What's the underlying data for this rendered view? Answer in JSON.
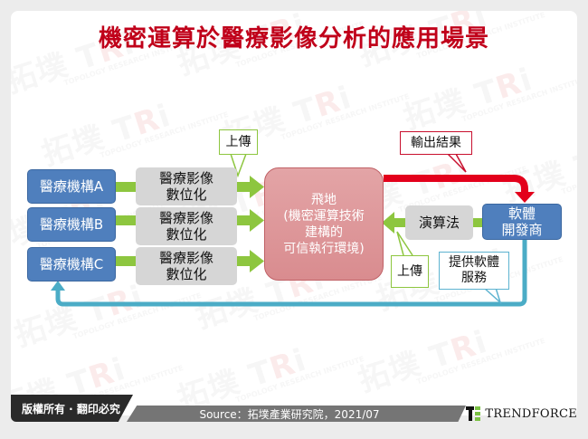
{
  "title": "機密運算於醫療影像分析的應用場景",
  "watermark": {
    "brand_cn": "拓墣",
    "brand_en": "TRi",
    "tagline": "TOPOLOGY RESEARCH INSTITUTE"
  },
  "institutions": [
    {
      "label": "醫療機構A",
      "process": "醫療影像數位化",
      "process_line1": "醫療影像",
      "process_line2": "數位化"
    },
    {
      "label": "醫療機構B",
      "process": "醫療影像數位化",
      "process_line1": "醫療影像",
      "process_line2": "數位化"
    },
    {
      "label": "醫療機構C",
      "process": "醫療影像數位化",
      "process_line1": "醫療影像",
      "process_line2": "數位化"
    }
  ],
  "enclave": {
    "line1": "飛地",
    "line2": "(機密運算技術",
    "line3": "建構的",
    "line4": "可信執行環境)"
  },
  "developer": {
    "line1": "軟體",
    "line2": "開發商"
  },
  "algorithm": {
    "label": "演算法"
  },
  "callouts": {
    "upload_top": "上傳",
    "output_results": "輸出結果",
    "upload_bottom": "上傳",
    "provide_service_line1": "提供軟體",
    "provide_service_line2": "服務"
  },
  "colors": {
    "title_red": "#c0001a",
    "institution_blue": "#4f7fbd",
    "process_gray": "#d6d6d6",
    "enclave_pink": "#d98c8f",
    "arrow_green": "#8dc63f",
    "arrow_red": "#e3001b",
    "arrow_blue": "#4bacc6"
  },
  "footer": {
    "copyright": "版權所有 · 翻印必究",
    "source": "Source：拓墣產業研究院，2021/07",
    "logo_text": "TRENDFORCE"
  }
}
